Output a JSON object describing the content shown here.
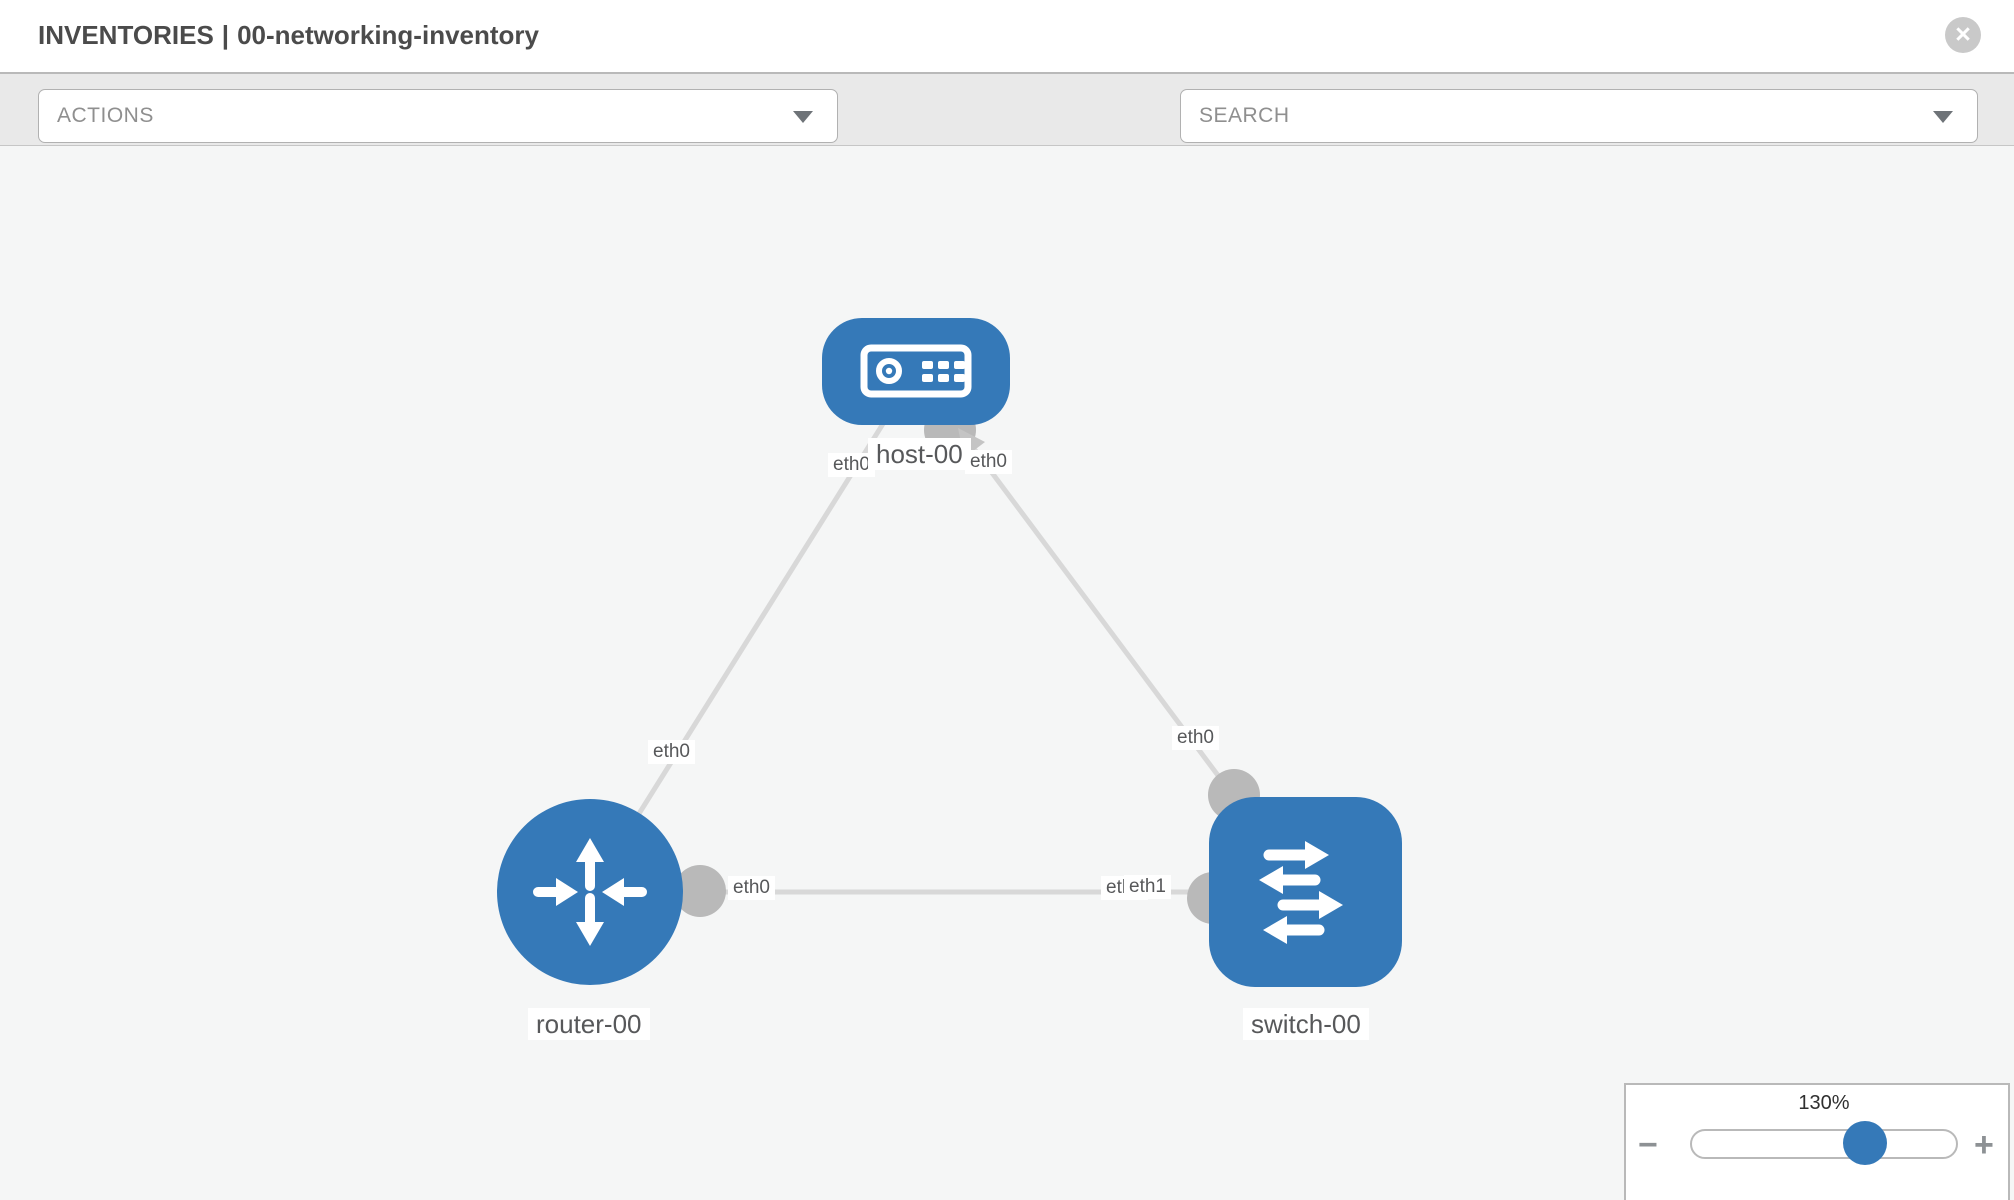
{
  "header": {
    "section": "INVENTORIES",
    "separator": "|",
    "inventory_name": "00-networking-inventory",
    "close_glyph": "×"
  },
  "toolbar": {
    "actions_label": "ACTIONS",
    "search_label": "SEARCH"
  },
  "icons": {
    "wrench": "wrench-icon",
    "key": "key-icon",
    "close": "close-icon",
    "caret": "chevron-down-icon",
    "zoom_out": "minus-icon",
    "zoom_in": "plus-icon"
  },
  "topology": {
    "nodes": [
      {
        "label": "host-00",
        "type": "host"
      },
      {
        "label": "router-00",
        "type": "router"
      },
      {
        "label": "switch-00",
        "type": "switch"
      }
    ],
    "links": [
      {
        "from": "router-00",
        "from_interface": "eth0",
        "to": "host-00",
        "to_interface": "eth0"
      },
      {
        "from": "switch-00",
        "from_interface": "eth0",
        "to": "host-00",
        "to_interface": "eth0"
      },
      {
        "from": "router-00",
        "from_interface": "eth0",
        "to": "switch-00",
        "to_interface": "eth1"
      }
    ],
    "labels": {
      "host_left_iface": "eth0",
      "host_right_iface": "eth0",
      "router_host_iface": "eth0",
      "switch_host_iface": "eth0",
      "router_switch_iface": "eth0",
      "switch_router_iface_hidden": "eth0",
      "switch_router_iface": "eth1"
    }
  },
  "zoom_control": {
    "level": "130%",
    "minus_glyph": "−",
    "plus_glyph": "+",
    "percent": 65
  },
  "colors": {
    "node_blue": "#3579b8",
    "link_gray": "#d8d8d8",
    "connector_gray": "#b9b9b9",
    "canvas_bg": "#f5f6f6",
    "toolbar_bg": "#e9e9e9",
    "thumb_blue": "#3579b8"
  }
}
